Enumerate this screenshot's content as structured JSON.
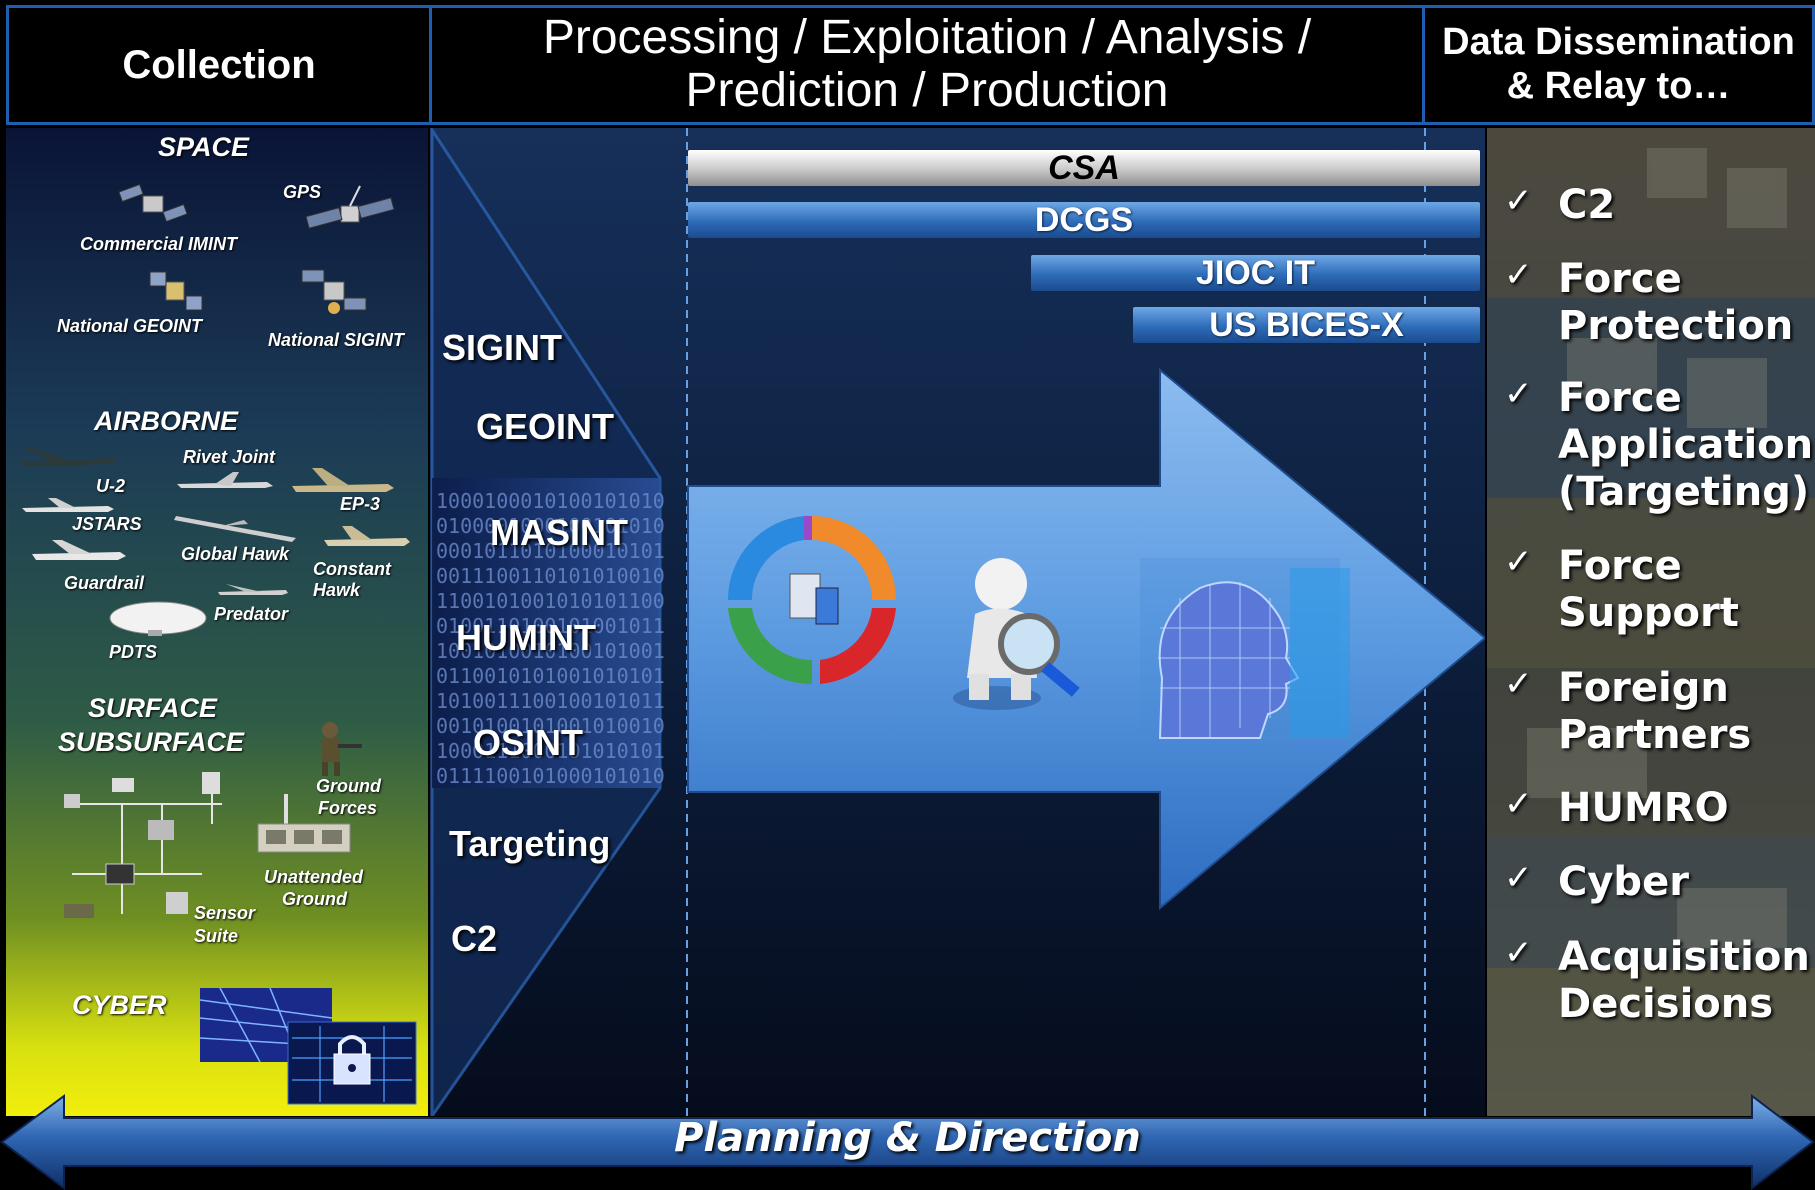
{
  "headers": {
    "collection": "Collection",
    "processing_line1": "Processing / Exploitation / Analysis /",
    "processing_line2": "Prediction / Production",
    "dissemination_line1": "Data Dissemination",
    "dissemination_line2": "& Relay to…"
  },
  "collection": {
    "space": {
      "title": "SPACE",
      "platforms": [
        "Commercial IMINT",
        "GPS",
        "National GEOINT",
        "National SIGINT"
      ]
    },
    "airborne": {
      "title": "AIRBORNE",
      "platforms": [
        "U-2",
        "Rivet Joint",
        "EP-3",
        "JSTARS",
        "Global Hawk",
        "Guardrail",
        "Constant",
        "Hawk",
        "Predator",
        "PDTS"
      ]
    },
    "surface": {
      "title_line1": "SURFACE",
      "title_line2": "SUBSURFACE",
      "ground_forces_line1": "Ground",
      "ground_forces_line2": "Forces",
      "unattended_line1": "Unattended",
      "unattended_line2": "Ground",
      "sensor_line1": "Sensor",
      "sensor_line2": "Suite"
    },
    "cyber": {
      "title": "CYBER"
    }
  },
  "intelligence_types": [
    "SIGINT",
    "GEOINT",
    "MASINT",
    "HUMINT",
    "OSINT",
    "Targeting",
    "C2"
  ],
  "systems": {
    "csa": "CSA",
    "dcgs": "DCGS",
    "jioc": "JIOC IT",
    "bices": "US BICES-X"
  },
  "dissemination": [
    {
      "check": "✓",
      "line1": "C2",
      "line2": ""
    },
    {
      "check": "✓",
      "line1": "Force",
      "line2": "Protection"
    },
    {
      "check": "✓",
      "line1": "Force",
      "line2": "Application",
      "line3": "(Targeting)"
    },
    {
      "check": "✓",
      "line1": "Force",
      "line2": "Support"
    },
    {
      "check": "✓",
      "line1": "Foreign",
      "line2": "Partners"
    },
    {
      "check": "✓",
      "line1": "HUMRO",
      "line2": ""
    },
    {
      "check": "✓",
      "line1": "Cyber",
      "line2": ""
    },
    {
      "check": "✓",
      "line1": "Acquisition",
      "line2": "Decisions"
    }
  ],
  "footer": {
    "planning": "Planning & Direction"
  },
  "colors": {
    "header_border": "#1f5fb0",
    "arrow_blue": "#5b9ae0",
    "bar_blue": "#2e6cb8"
  }
}
